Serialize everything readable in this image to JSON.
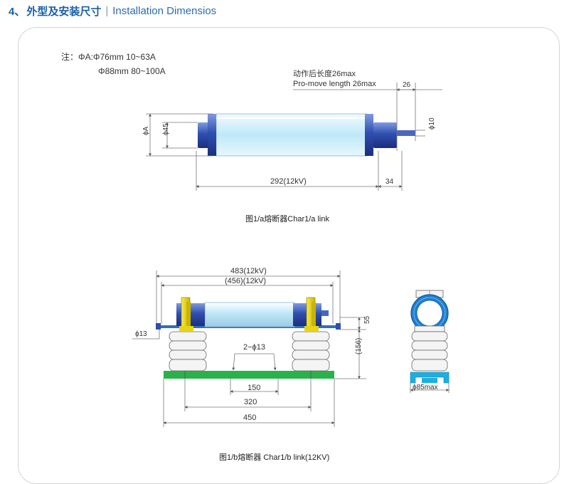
{
  "header": {
    "number": "4、",
    "title_cn": "外型及安装尺寸",
    "separator": "|",
    "title_en": "Installation Dimensios"
  },
  "note": {
    "line1": "注：ΦA:Φ76mm 10~63A",
    "line2": "Φ88mm 80~100A"
  },
  "fig_a": {
    "stroke_cn": "动作后长度26max",
    "stroke_en": "Pro-move length 26max",
    "dim_26": "26",
    "dim_phiA": "ϕA",
    "dim_phi45": "ϕ45",
    "dim_phi10": "ϕ10",
    "dim_292": "292(12kV)",
    "dim_34": "34",
    "caption": "图1/a熔断器Char1/a link"
  },
  "fig_b": {
    "dim_483": "483(12kV)",
    "dim_456": "(456)(12kV)",
    "dim_phi13": "ϕ13",
    "dim_2phi13": "2−ϕ13",
    "dim_55": "55",
    "dim_156": "(156)",
    "dim_150": "150",
    "dim_320": "320",
    "dim_450": "450",
    "dim_phi85": "ϕ85max",
    "caption": "图1/b熔断器 Char1/b link(12KV)"
  },
  "colors": {
    "header_blue": "#1a5fa8",
    "end_cap_blue": "#2f4fb0",
    "fuse_tube": "#cfeefa",
    "mount_yellow": "#e8d414",
    "base_green": "#29b24a",
    "ring_blue": "#1e7fd0"
  }
}
